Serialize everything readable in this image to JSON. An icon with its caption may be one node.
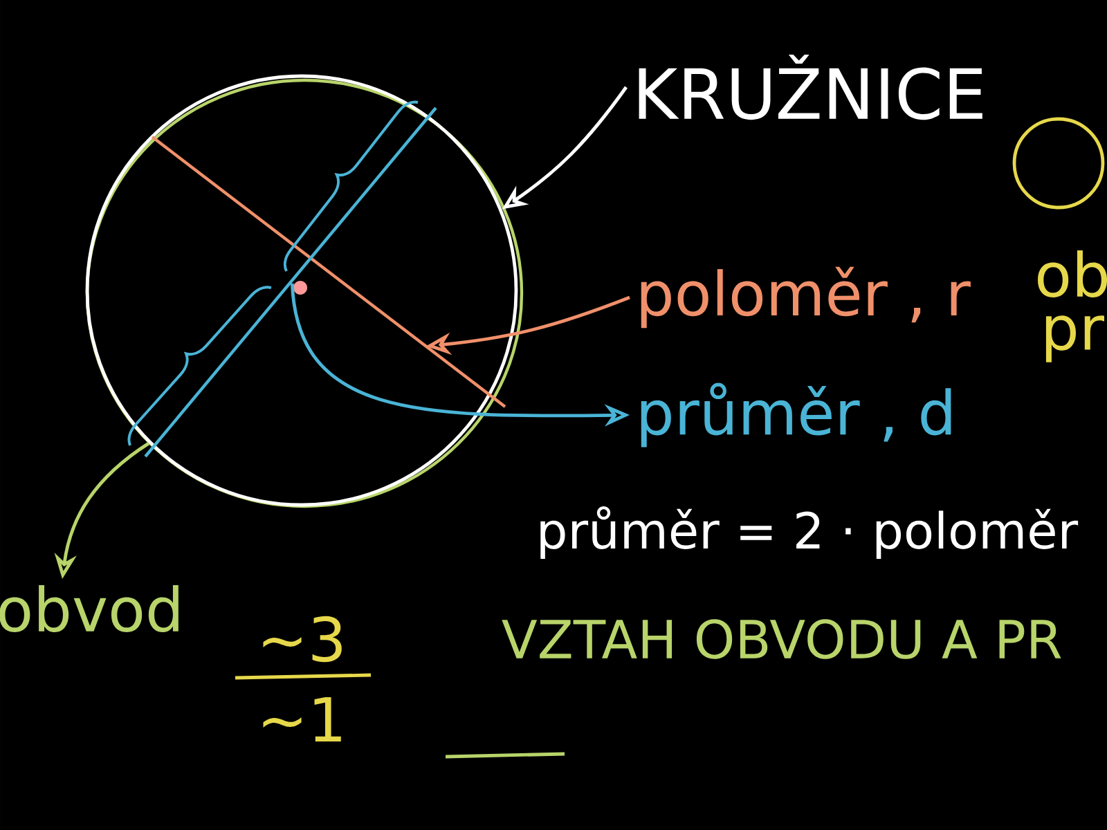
{
  "diagram": {
    "nodes": [
      {
        "text": [],
        "shape": "circle"
      },
      {
        "text": [
          "KRUŽNICE"
        ]
      },
      {
        "text": [],
        "shape": "line",
        "in": 0
      },
      {
        "text": [],
        "shape": "line",
        "in": 0
      },
      {
        "text": [],
        "shape": "circle",
        "beside": [
          "ob",
          "pr"
        ]
      },
      {
        "text": [
          "poloměr , r"
        ]
      },
      {
        "text": [
          "průměr , d"
        ]
      },
      {
        "text": [
          "obvod"
        ]
      }
    ],
    "edges": [
      {
        "from": 1,
        "to": 0,
        "arrow": "to"
      },
      {
        "from": 5,
        "to": 2,
        "arrow": "to",
        "color": "#f0906a"
      },
      {
        "from": 3,
        "to": 6,
        "arrow": "to",
        "color": "#4ab4d6"
      },
      {
        "from": 0,
        "to": 7,
        "arrow": "to",
        "color": "#b8d46a"
      }
    ],
    "labels": [
      "průměr = 2 · poloměr",
      "∼3",
      "VZTAH OBVODU A PR",
      "∼1"
    ]
  }
}
